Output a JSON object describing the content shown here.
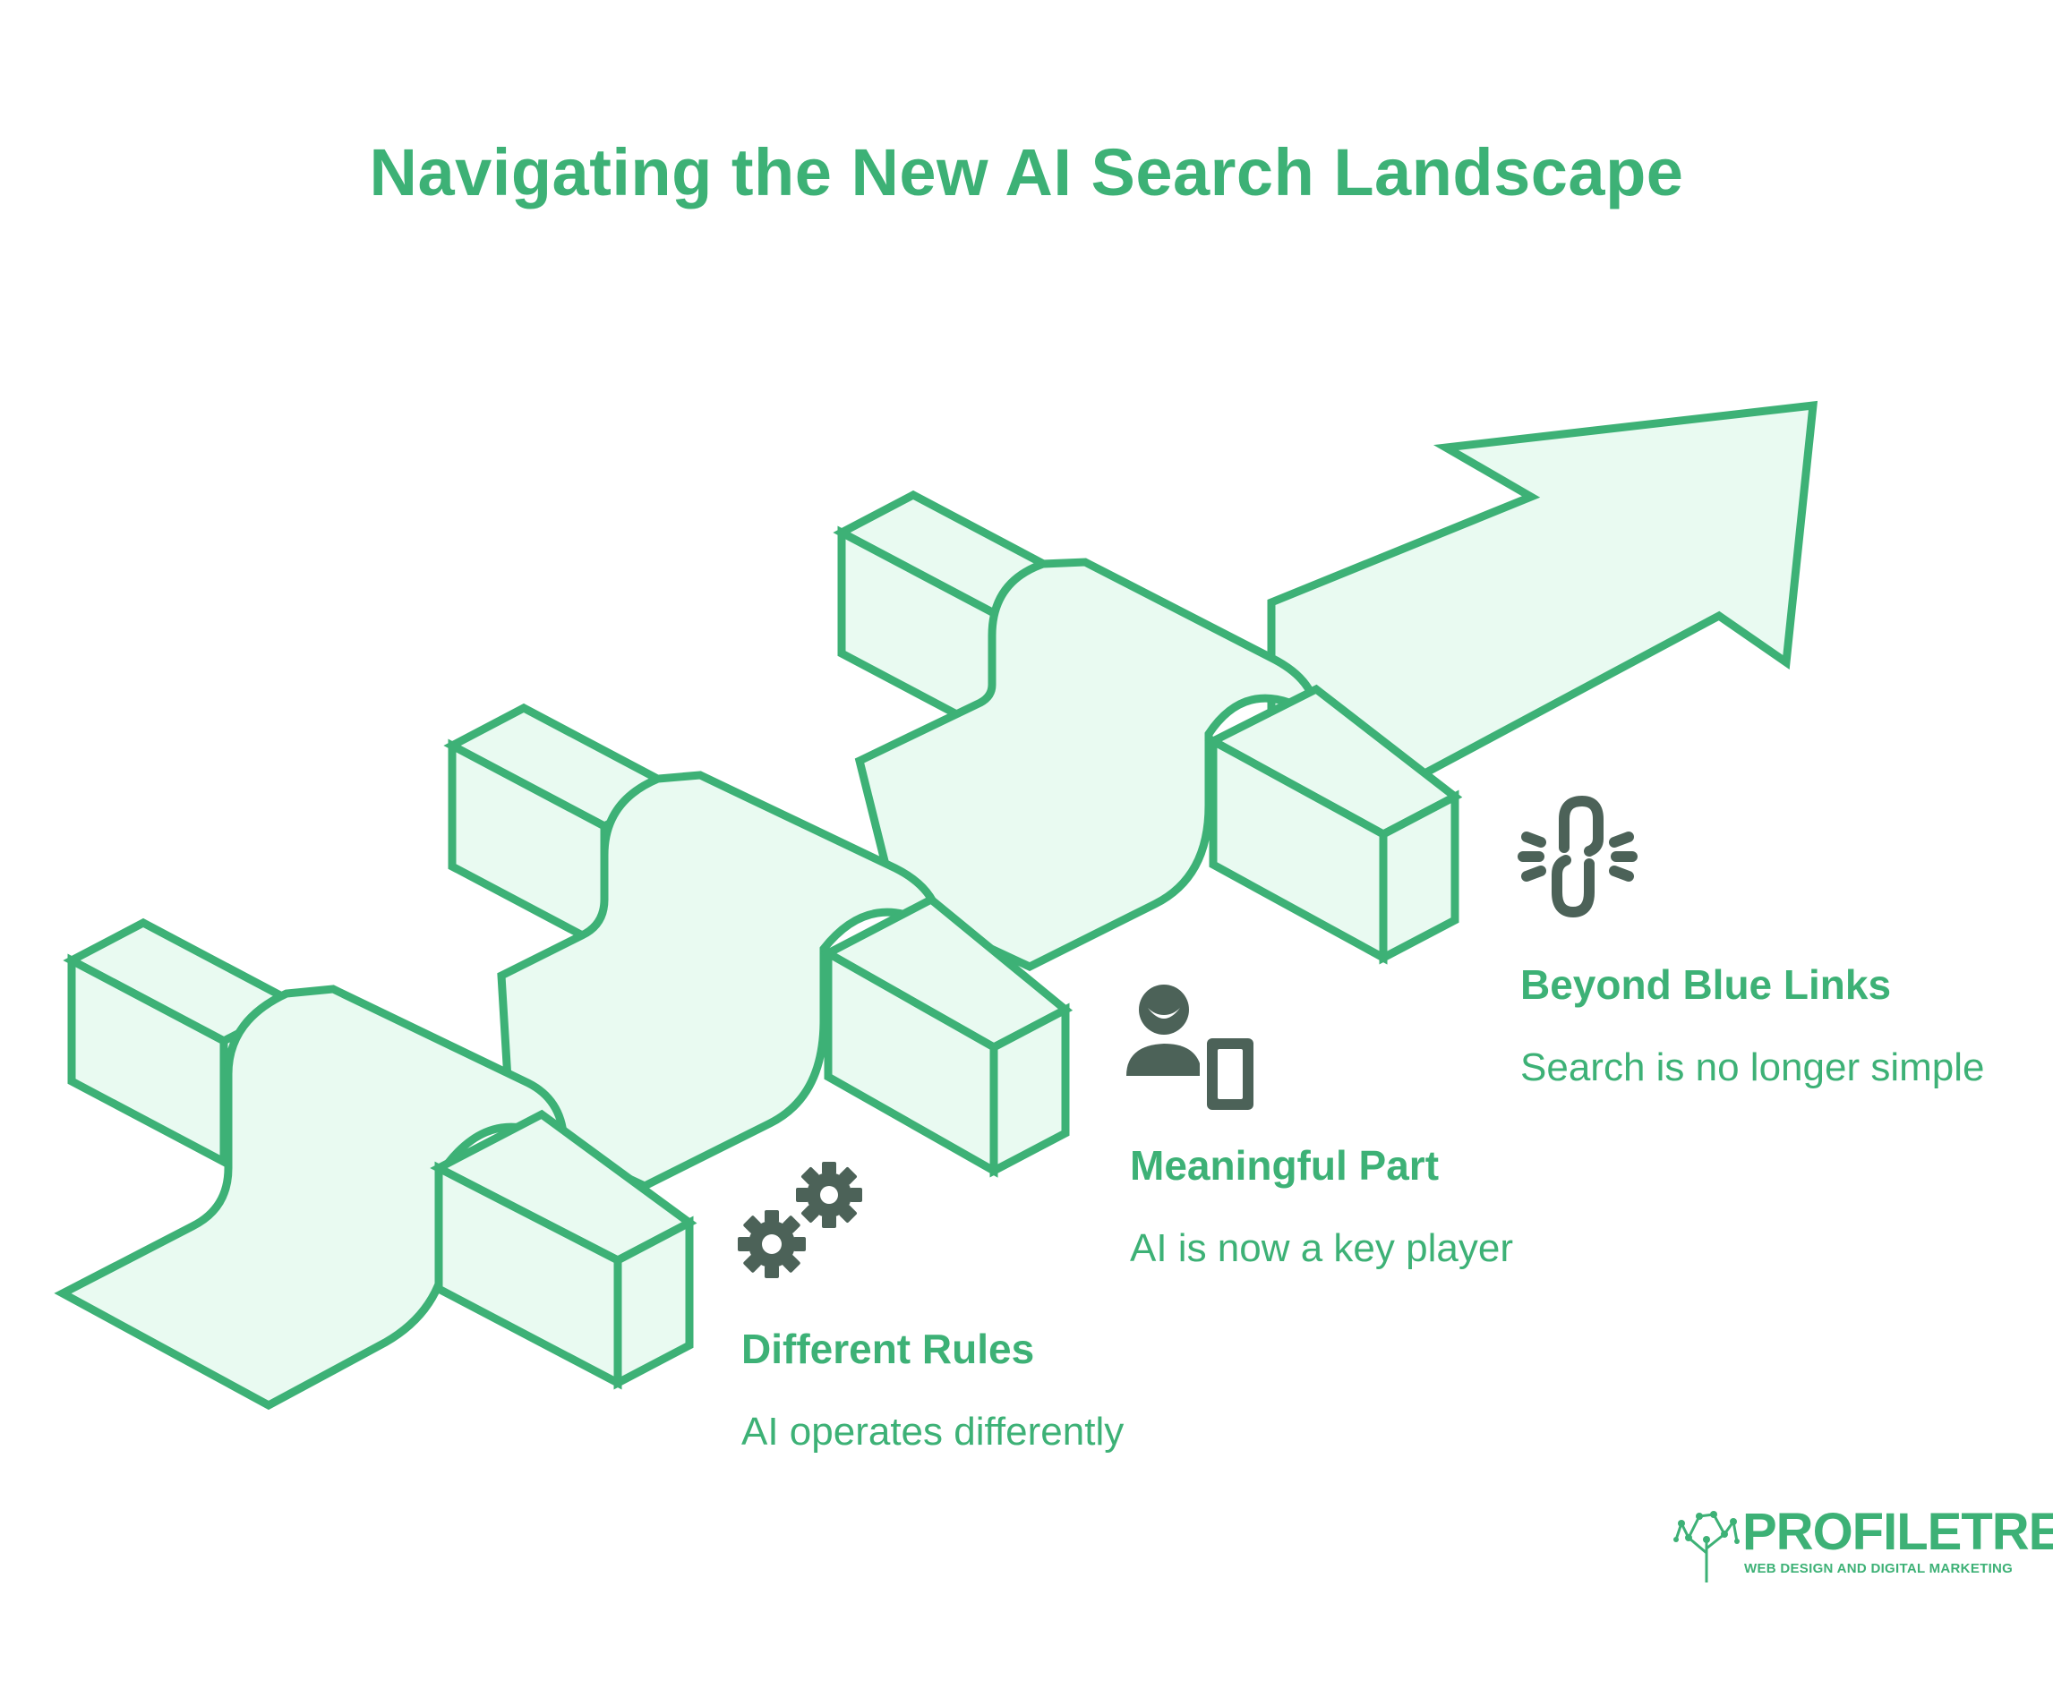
{
  "title": "Navigating the New AI Search Landscape",
  "colors": {
    "accent": "#3db176",
    "fill": "#e9faf1",
    "icon": "#4c6258"
  },
  "steps": [
    {
      "title": "Different Rules",
      "description": "AI operates differently",
      "icon": "gears-icon"
    },
    {
      "title": "Meaningful Part",
      "description": "AI is now a key player",
      "icon": "person-device-icon"
    },
    {
      "title": "Beyond Blue Links",
      "description": "Search is no longer simple",
      "icon": "broken-link-icon"
    }
  ],
  "logo": {
    "name": "PROFILETREE",
    "tagline": "WEB DESIGN AND DIGITAL MARKETING"
  }
}
